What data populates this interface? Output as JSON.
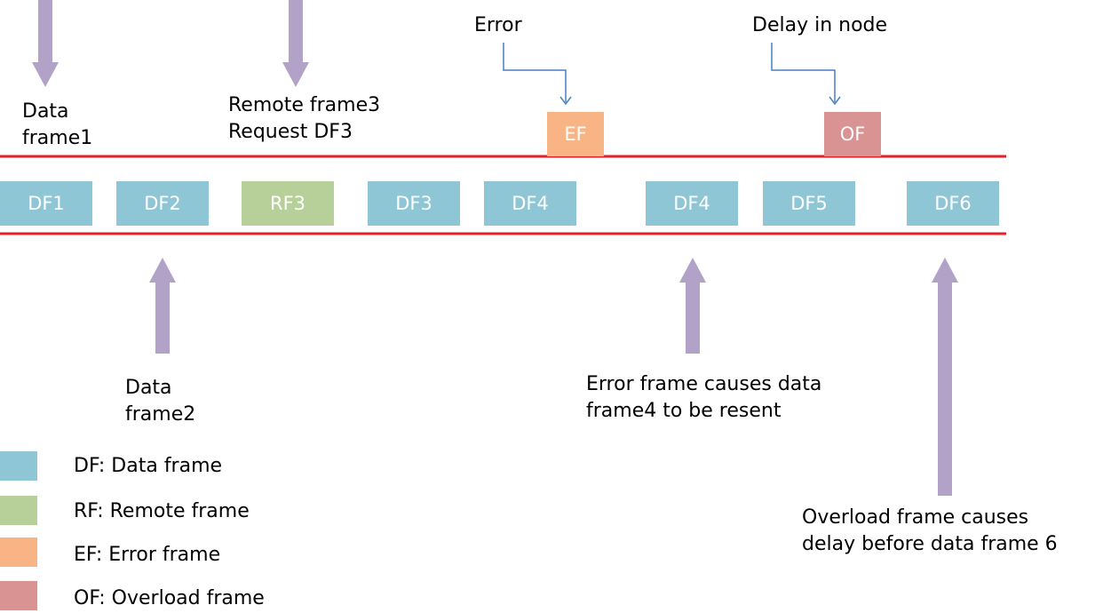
{
  "colors": {
    "data_frame": "#8fc6d5",
    "remote_frame": "#b7d09a",
    "error_frame": "#f8b484",
    "overload_frame": "#d99393",
    "bus_line": "#e8202a",
    "arrow": "#b3a2c8",
    "callout": "#4a7fc1"
  },
  "bus_frames": [
    {
      "label": "DF1",
      "kind": "data"
    },
    {
      "label": "DF2",
      "kind": "data"
    },
    {
      "label": "RF3",
      "kind": "remote"
    },
    {
      "label": "DF3",
      "kind": "data"
    },
    {
      "label": "DF4",
      "kind": "data"
    },
    {
      "label": "DF4",
      "kind": "data"
    },
    {
      "label": "DF5",
      "kind": "data"
    },
    {
      "label": "DF6",
      "kind": "data"
    }
  ],
  "signal_frames": [
    {
      "label": "EF",
      "kind": "error"
    },
    {
      "label": "OF",
      "kind": "overload"
    }
  ],
  "annotations": {
    "data_frame1": [
      "Data",
      "frame1"
    ],
    "remote_frame3": [
      "Remote frame3",
      "Request DF3"
    ],
    "error": "Error",
    "delay_in_node": "Delay in node",
    "data_frame2": [
      "Data",
      "frame2"
    ],
    "error_resend": [
      "Error frame causes data",
      "frame4 to be resent"
    ],
    "overload_delay": [
      "Overload frame causes",
      "delay before data frame 6"
    ]
  },
  "legend": [
    {
      "label": "DF: Data frame",
      "kind": "data"
    },
    {
      "label": "RF: Remote frame",
      "kind": "remote"
    },
    {
      "label": "EF: Error frame",
      "kind": "error"
    },
    {
      "label": "OF: Overload frame",
      "kind": "overload"
    }
  ]
}
